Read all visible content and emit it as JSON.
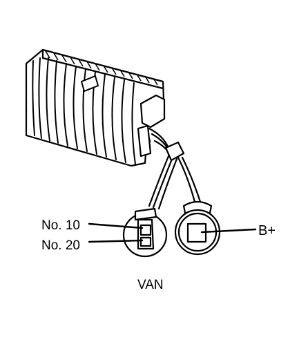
{
  "labels": {
    "no10": "No. 10",
    "no20": "No. 20",
    "bplus": "B+",
    "caption": "VAN"
  },
  "colors": {
    "ink": "#000000",
    "paper": "#ffffff"
  }
}
